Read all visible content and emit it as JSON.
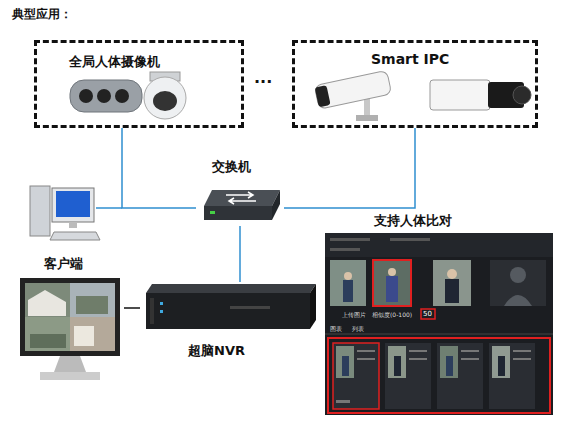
{
  "diagram": {
    "title": "典型应用：",
    "nodes": [
      {
        "text": [
          "全局人体摄像机"
        ]
      },
      {
        "text": [
          "Smart IPC"
        ]
      },
      {
        "text": [
          "交换机"
        ]
      },
      {
        "text": [
          "超脑NVR"
        ]
      },
      {
        "text": [
          "客户端"
        ]
      },
      {
        "text": [
          "支持人体比对"
        ]
      }
    ],
    "edges": [
      {
        "from": 0,
        "to": 2,
        "arrow": "none"
      },
      {
        "from": 1,
        "to": 2,
        "arrow": "none"
      },
      {
        "from": 2,
        "to": 3,
        "arrow": "none"
      },
      {
        "from": 3,
        "to": 4,
        "arrow": "none"
      }
    ],
    "labels": [
      "...",
      "上传图片",
      "相似度(0-100)",
      "50",
      "图表",
      "列表"
    ]
  }
}
